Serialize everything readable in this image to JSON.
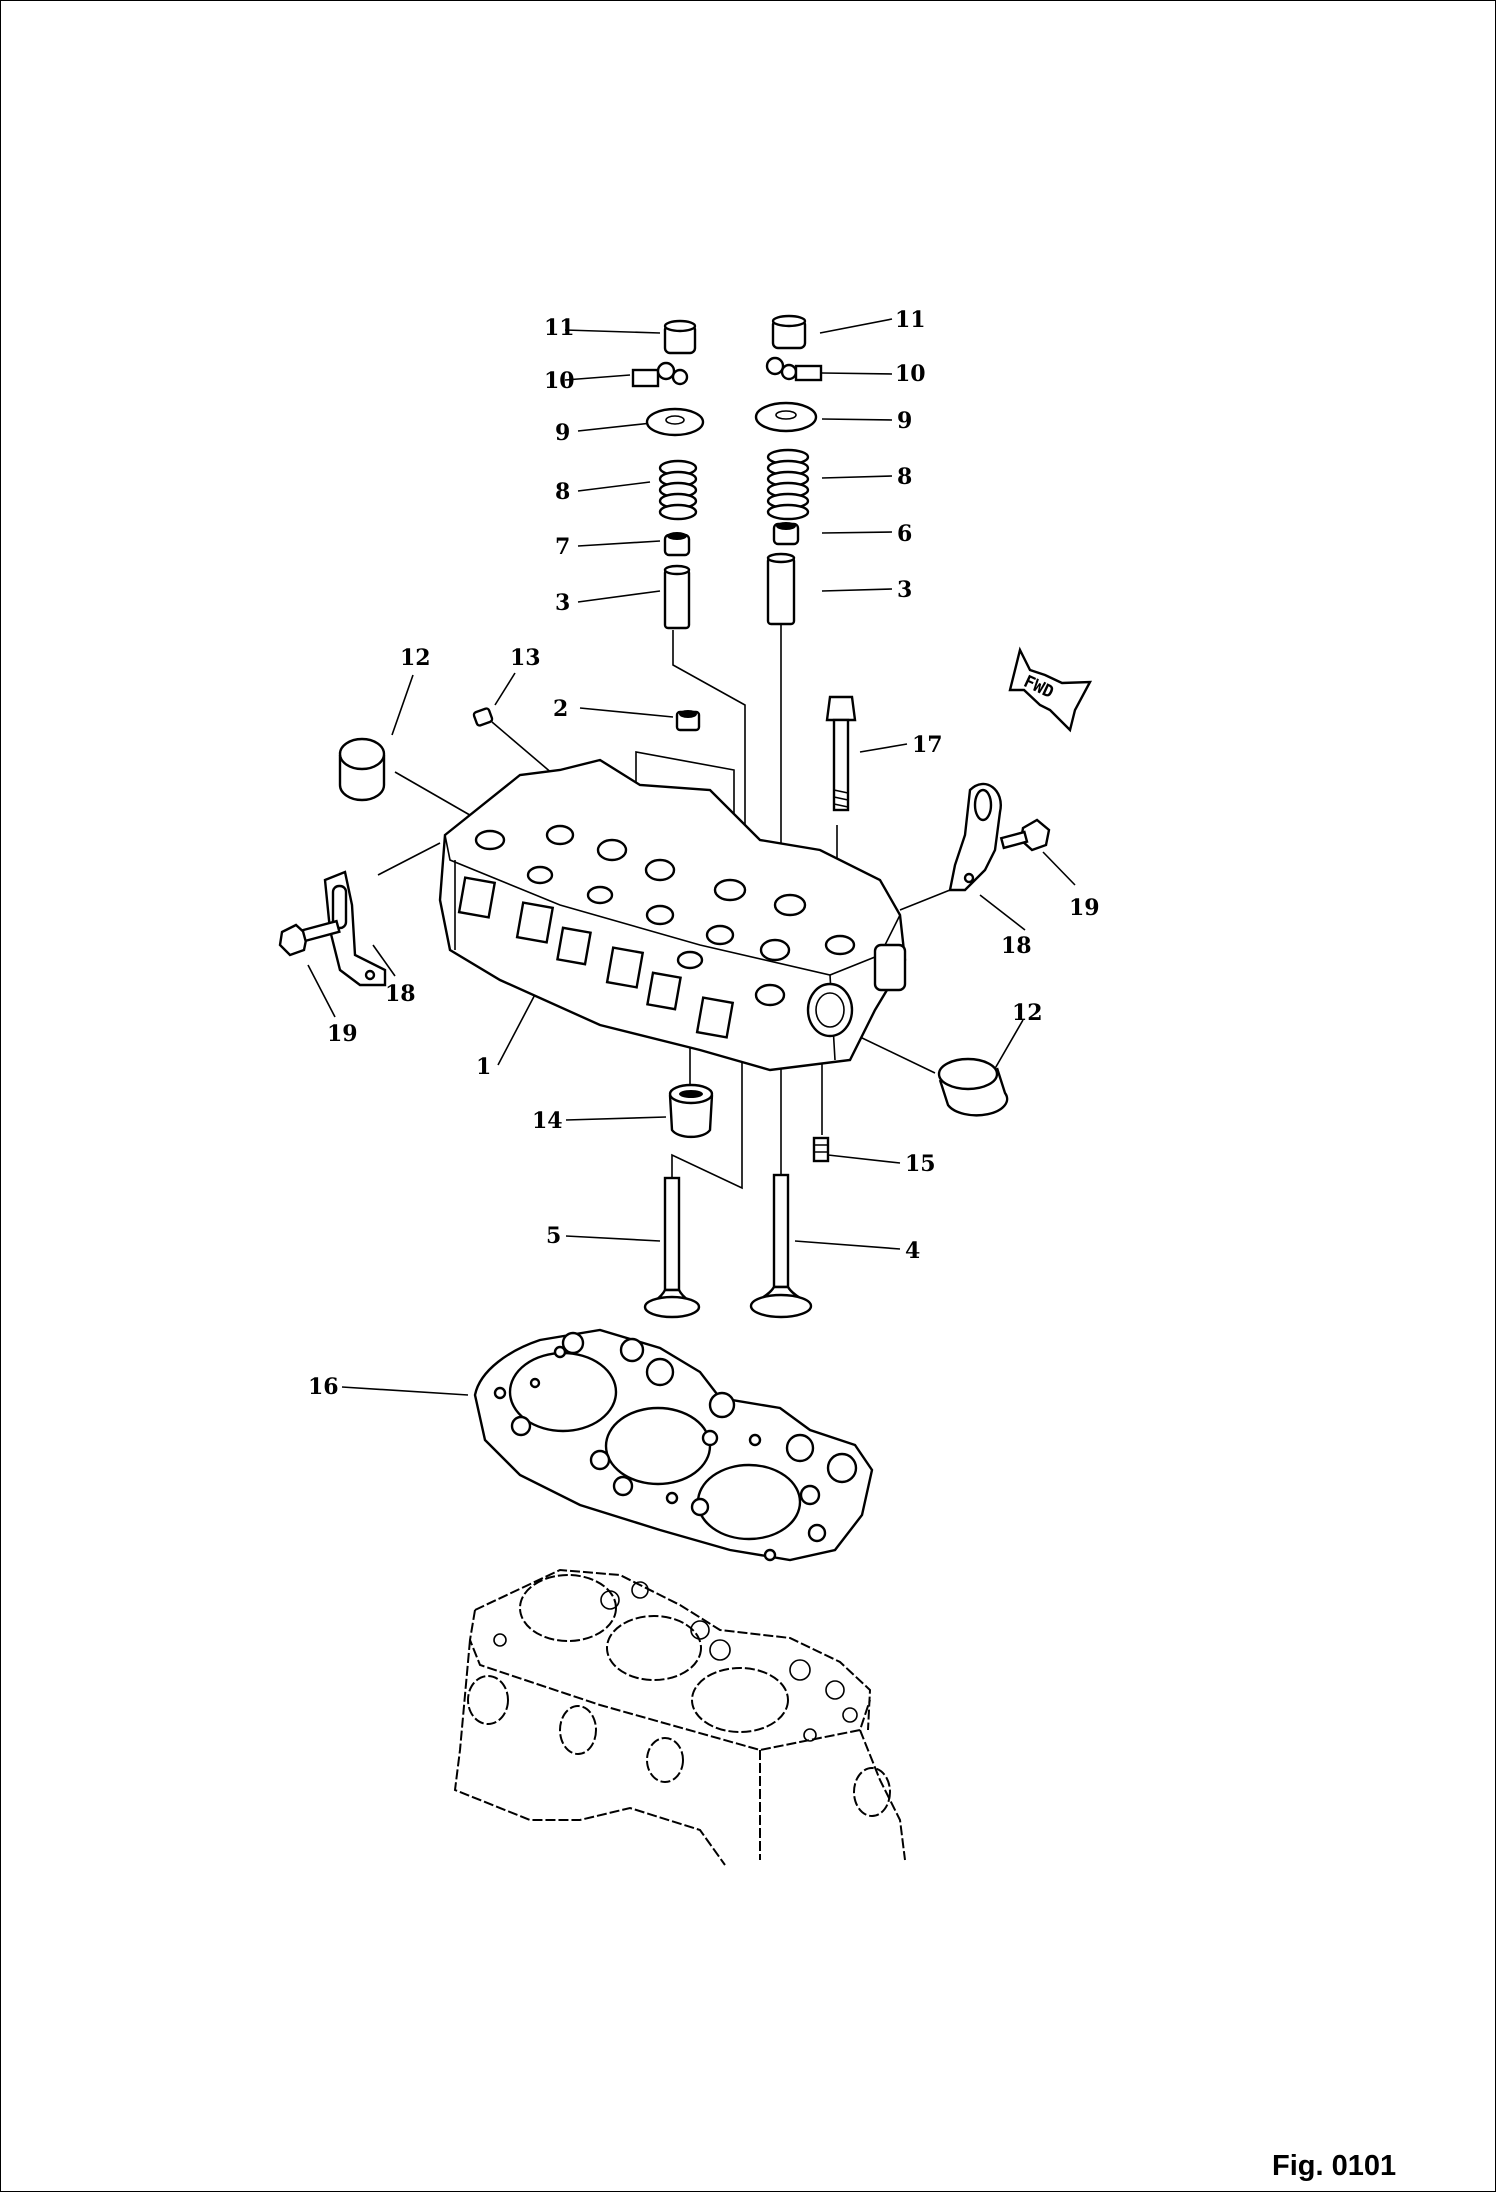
{
  "figure": {
    "caption": "Fig. 0101"
  },
  "direction_badge": {
    "text": "FWD"
  },
  "callouts": {
    "c1": "1",
    "c2": "2",
    "c3_left": "3",
    "c3_right": "3",
    "c4": "4",
    "c5": "5",
    "c6": "6",
    "c7": "7",
    "c8_left": "8",
    "c8_right": "8",
    "c9_left": "9",
    "c9_right": "9",
    "c10_left": "10",
    "c10_right": "10",
    "c11_left": "11",
    "c11_right": "11",
    "c12_left": "12",
    "c12_right": "12",
    "c13": "13",
    "c14": "14",
    "c15": "15",
    "c16": "16",
    "c17": "17",
    "c18_left": "18",
    "c18_right": "18",
    "c19_left": "19",
    "c19_right": "19"
  }
}
